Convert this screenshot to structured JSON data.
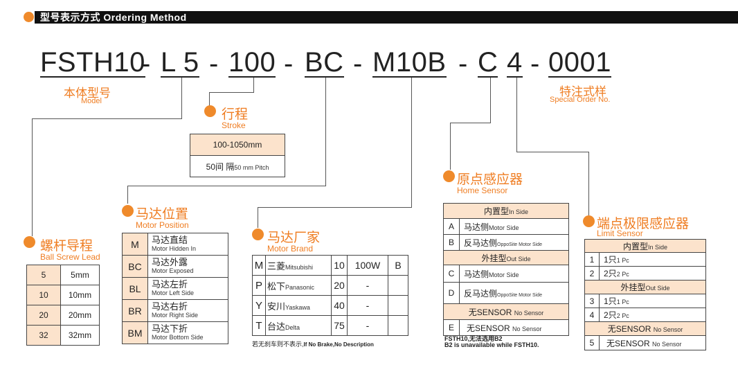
{
  "header": {
    "title": "型号表示方式 Ordering Method"
  },
  "code": {
    "model": "FSTH10",
    "lead": "L 5",
    "stroke": "100",
    "position": "BC",
    "brand": "M10B",
    "home": "C",
    "limit": "4",
    "special": "0001",
    "dash": "-"
  },
  "model_label": {
    "cn": "本体型号",
    "en": "Model"
  },
  "special_label": {
    "cn": "特注式样",
    "en": "Special Order No."
  },
  "stroke": {
    "cn": "行程",
    "en": "Stroke",
    "range": "100-1050mm",
    "pitch_cn": "50间 隔",
    "pitch_en": "50 mm Pitch"
  },
  "lead": {
    "cn": "螺杆导程",
    "en": "Ball Screw Lead",
    "rows": [
      [
        "5",
        "5mm"
      ],
      [
        "10",
        "10mm"
      ],
      [
        "20",
        "20mm"
      ],
      [
        "32",
        "32mm"
      ]
    ]
  },
  "position": {
    "cn": "马达位置",
    "en": "Motor Position",
    "rows": [
      {
        "code": "M",
        "cn": "马达直结",
        "en": "Motor Hidden In"
      },
      {
        "code": "BC",
        "cn": "马达外露",
        "en": "Motor Exposed"
      },
      {
        "code": "BL",
        "cn": "马达左折",
        "en": "Motor Left Side"
      },
      {
        "code": "BR",
        "cn": "马达右折",
        "en": "Motor Right Side"
      },
      {
        "code": "BM",
        "cn": "马达下折",
        "en": "Motor Bottom Side"
      }
    ]
  },
  "brand": {
    "cn": "马达厂家",
    "en": "Motor Brand",
    "rows": [
      {
        "code": "M",
        "cn": "三菱",
        "en": "Mitsubishi",
        "w": "10",
        "watt": "100W",
        "b": "B"
      },
      {
        "code": "P",
        "cn": "松下",
        "en": "Panasonic",
        "w": "20",
        "watt": "-",
        "b": ""
      },
      {
        "code": "Y",
        "cn": "安川",
        "en": "Yaskawa",
        "w": "40",
        "watt": "-",
        "b": ""
      },
      {
        "code": "T",
        "cn": "台达",
        "en": "Delta",
        "w": "75",
        "watt": "-",
        "b": ""
      }
    ],
    "note_cn": "若无刹车则不表示,",
    "note_en": "If No Brake,No Description"
  },
  "home": {
    "cn": "原点感应器",
    "en": "Home Sensor",
    "h1_cn": "内置型",
    "h1_en": "In Side",
    "r_a": {
      "code": "A",
      "cn": "马达侧",
      "en": "Motor Side"
    },
    "r_b": {
      "code": "B",
      "cn": "反马达侧",
      "en": "OppoSite Motor Side"
    },
    "h2_cn": "外挂型",
    "h2_en": "Out Side",
    "r_c": {
      "code": "C",
      "cn": "马达侧",
      "en": "Motor Side"
    },
    "r_d": {
      "code": "D",
      "cn": "反马达侧",
      "en": "OppoSite Motor Side"
    },
    "h3_cn": "无SENSOR",
    "h3_en": "No Sensor",
    "r_e": {
      "code": "E",
      "cn": "无SENSOR",
      "en": "No Sensor"
    },
    "note1": "FSTH10,无法选用B2",
    "note2": "B2 is unavailable while FSTH10."
  },
  "limit": {
    "cn": "端点极限感应器",
    "en": "Limit Sensor",
    "h1_cn": "内置型",
    "h1_en": "In Side",
    "r1": {
      "code": "1",
      "cn": "1只",
      "en": "1 Pc"
    },
    "r2": {
      "code": "2",
      "cn": "2只",
      "en": "2 Pc"
    },
    "h2_cn": "外挂型",
    "h2_en": "Out Side",
    "r3": {
      "code": "3",
      "cn": "1只",
      "en": "1 Pc"
    },
    "r4": {
      "code": "4",
      "cn": "2只",
      "en": "2 Pc"
    },
    "h3_cn": "无SENSOR",
    "h3_en": "No Sensor",
    "r5": {
      "code": "5",
      "cn": "无SENSOR",
      "en": "No Sensor"
    }
  },
  "colors": {
    "accent": "#ef8a2b",
    "peach": "#fce3cc",
    "bar": "#111111"
  }
}
